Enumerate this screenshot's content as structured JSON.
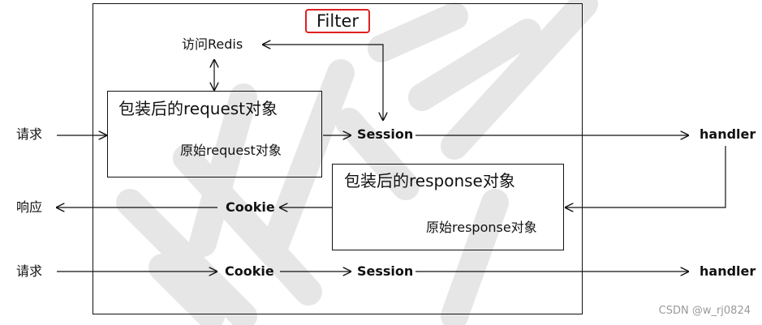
{
  "filter_title": "Filter",
  "redis_label": "访问Redis",
  "request_box": {
    "title": "包装后的request对象",
    "inner": "原始request对象"
  },
  "response_box": {
    "title": "包装后的response对象",
    "inner": "原始response对象"
  },
  "row1": {
    "left": "请求",
    "session": "Session",
    "right": "handler"
  },
  "row2": {
    "left": "响应",
    "cookie": "Cookie"
  },
  "row3": {
    "left": "请求",
    "cookie": "Cookie",
    "session": "Session",
    "right": "handler"
  },
  "credit": "CSDN @w_rj0824",
  "colors": {
    "filter_border": "#e02020",
    "line": "#111111",
    "watermark": "#cfcfcf"
  }
}
